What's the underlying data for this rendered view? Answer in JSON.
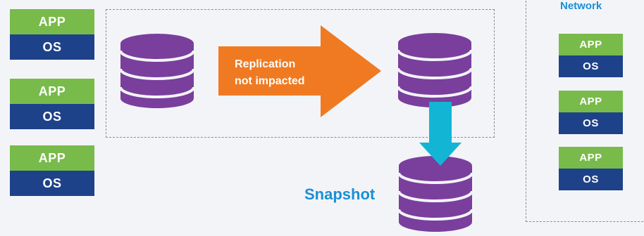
{
  "left_stacks": [
    {
      "app": "APP",
      "os": "OS"
    },
    {
      "app": "APP",
      "os": "OS"
    },
    {
      "app": "APP",
      "os": "OS"
    }
  ],
  "right_stacks": [
    {
      "app": "APP",
      "os": "OS"
    },
    {
      "app": "APP",
      "os": "OS"
    },
    {
      "app": "APP",
      "os": "OS"
    }
  ],
  "network_label": "Network",
  "replication_label": {
    "line1": "Replication",
    "line2": "not impacted"
  },
  "snapshot_label": "Snapshot",
  "colors": {
    "app": "#78bb4a",
    "os": "#1e4289",
    "database": "#7a3f9d",
    "arrow_replication": "#f07a22",
    "arrow_snapshot": "#13b5d4",
    "label_blue": "#1a8fd6"
  }
}
